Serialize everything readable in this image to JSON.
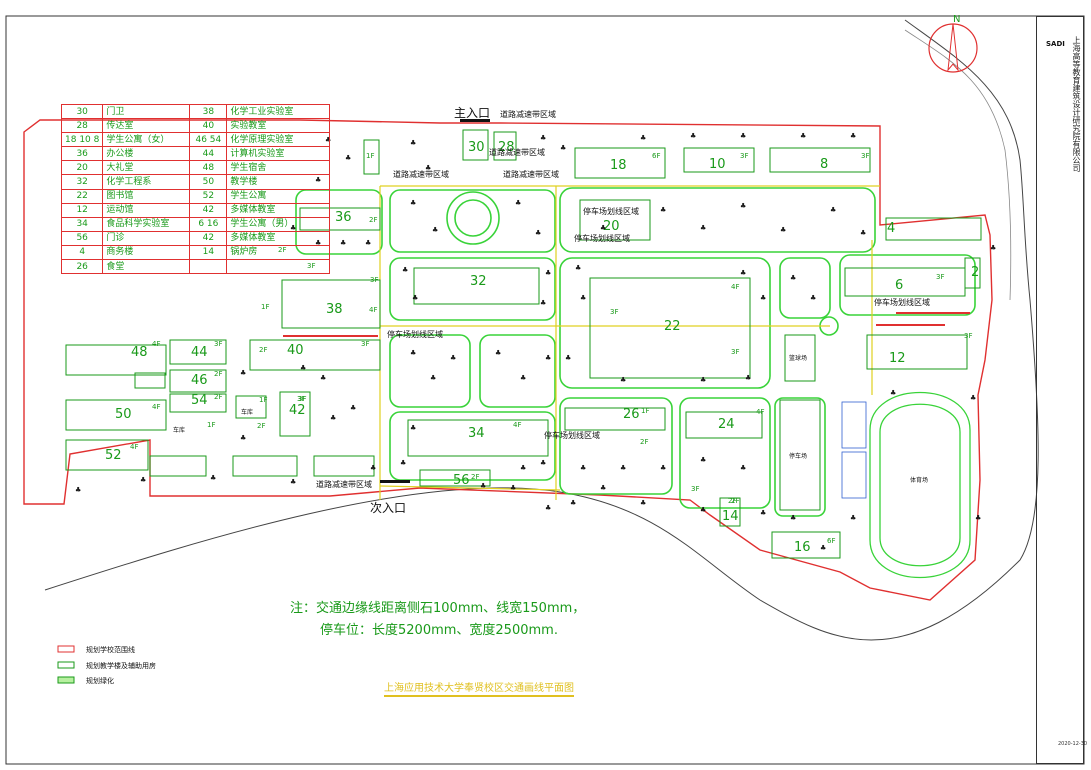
{
  "drawing": {
    "entrances": {
      "main": "主入口",
      "secondary": "次入口"
    },
    "compass": "N",
    "annotations": {
      "speed_zone": "道路减速带区域",
      "parking_zone": "停车场划线区域",
      "parking_lot": "停车场",
      "sports_field": "体育场",
      "basketball": "篮球场",
      "car_shed": "车库"
    },
    "buildings": [
      {
        "no": "30",
        "floors": ""
      },
      {
        "no": "28",
        "floors": ""
      },
      {
        "no": "18",
        "floors": "6F"
      },
      {
        "no": "10",
        "floors": "3F"
      },
      {
        "no": "8",
        "floors": "3F"
      },
      {
        "no": "36",
        "floors": "2F"
      },
      {
        "no": "20",
        "floors": ""
      },
      {
        "no": "4",
        "floors": ""
      },
      {
        "no": "32",
        "floors": ""
      },
      {
        "no": "6",
        "floors": "3F"
      },
      {
        "no": "2",
        "floors": ""
      },
      {
        "no": "38",
        "floors": "4F"
      },
      {
        "no": "22",
        "floors": "4F"
      },
      {
        "no": "12",
        "floors": "3F"
      },
      {
        "no": "48",
        "floors": "4F"
      },
      {
        "no": "44",
        "floors": "3F"
      },
      {
        "no": "40",
        "floors": "3F"
      },
      {
        "no": "46",
        "floors": "2F"
      },
      {
        "no": "54",
        "floors": "2F"
      },
      {
        "no": "50",
        "floors": "4F"
      },
      {
        "no": "42",
        "floors": "3F"
      },
      {
        "no": "26",
        "floors": "1F"
      },
      {
        "no": "24",
        "floors": "4F"
      },
      {
        "no": "34",
        "floors": "4F"
      },
      {
        "no": "52",
        "floors": "4F"
      },
      {
        "no": "56",
        "floors": "2F"
      },
      {
        "no": "14",
        "floors": "2F"
      },
      {
        "no": "16",
        "floors": "6F"
      }
    ],
    "small_floor_tags": [
      "1F",
      "3F",
      "3F",
      "1F",
      "2F",
      "3F",
      "1F",
      "2F",
      "1F",
      "2F",
      "2F",
      "3F",
      "3F",
      "3F",
      "2F"
    ]
  },
  "legend_table": [
    [
      "30",
      "门卫",
      "38",
      "化学工业实验室"
    ],
    [
      "28",
      "传达室",
      "40",
      "实验教室"
    ],
    [
      "18 10 8",
      "学生公寓（女）",
      "46 54",
      "化学原理实验室"
    ],
    [
      "36",
      "办公楼",
      "44",
      "计算机实验室"
    ],
    [
      "20",
      "大礼堂",
      "48",
      "学生宿舍"
    ],
    [
      "32",
      "化学工程系",
      "50",
      "教学楼"
    ],
    [
      "22",
      "图书馆",
      "52",
      "学生公寓"
    ],
    [
      "12",
      "运动馆",
      "42",
      "多媒体教室"
    ],
    [
      "34",
      "食品科学实验室",
      "6 16",
      "学生公寓（男）"
    ],
    [
      "56",
      "门诊",
      "42",
      "多媒体教室"
    ],
    [
      "4",
      "商务楼",
      "14",
      "锅炉房"
    ],
    [
      "26",
      "食堂",
      "",
      ""
    ]
  ],
  "notes": {
    "line1": "注：交通边缘线距离侧石100mm、线宽150mm，",
    "line2": "停车位：长度5200mm、宽度2500mm."
  },
  "key": [
    {
      "label": "规划学校范围线",
      "color": "#e03030"
    },
    {
      "label": "规划教学楼及辅助用房",
      "color": "#1a9a1a"
    },
    {
      "label": "规划绿化",
      "color": "#1a9a1a"
    }
  ],
  "caption": "上海应用技术大学奉贤校区交通画线平面图",
  "title_block": {
    "org": "上海高等教育建筑设计研究院有限公司",
    "logo": "SADI",
    "date": "2020-12-30"
  },
  "colors": {
    "boundary": "#e03030",
    "building": "#1a9a1a",
    "road": "#39d339",
    "marking": "#e0d020"
  }
}
